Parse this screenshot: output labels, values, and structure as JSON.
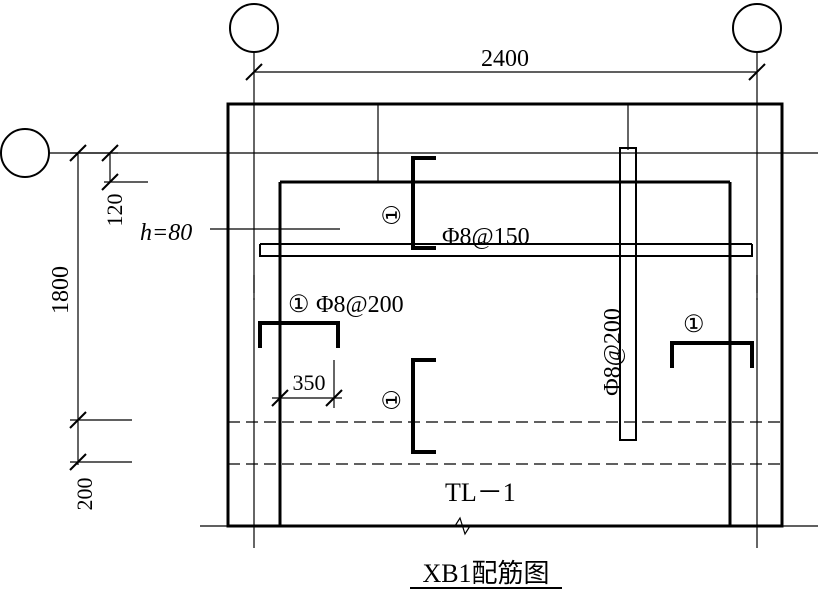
{
  "title": "XB1配筋图",
  "thickness_label": "h=80",
  "beam_label": "TL－1",
  "dimensions": {
    "width_span": "2400",
    "height_span": "1800",
    "slab_depth": "120",
    "beam_depth": "200",
    "rebar_extension": "350"
  },
  "rebar": {
    "top_bar": "Φ8@150",
    "left_bar": "Φ8@200",
    "vertical_bar": "Φ8@200",
    "marker": "①"
  }
}
